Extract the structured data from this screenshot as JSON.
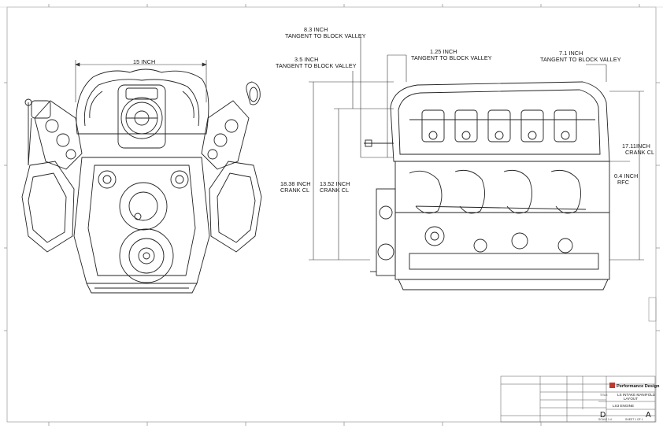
{
  "dimensions": {
    "front_width": "15 INCH",
    "crank_cl_total_value": "18.38 INCH",
    "crank_cl_total_unit": "CRANK CL",
    "crank_cl_valley_value": "13.52 INCH",
    "crank_cl_valley_unit": "CRANK CL",
    "tangent_a_value": "8.3 INCH",
    "tangent_a_label": "TANGENT TO BLOCK VALLEY",
    "tangent_b_value": "3.5 INCH",
    "tangent_b_label": "TANGENT TO BLOCK VALLEY",
    "tangent_c_value": "1.25 INCH",
    "tangent_c_label": "TANGENT TO BLOCK VALLEY",
    "tangent_d_value": "7.1 INCH",
    "tangent_d_label": "TANGENT TO BLOCK VALLEY",
    "side_crank_value": "17.11INCH",
    "side_crank_unit": "CRANK CL",
    "rfc_value": "0.4 INCH",
    "rfc_unit": "RFC"
  },
  "title_block": {
    "company": "Performance Design",
    "title_label": "TITLE:",
    "drawing_title_line1": "LS INTAKE MANIFOLD",
    "drawing_title_line2": "LAYOUT",
    "engine": "LS3 ENGINE",
    "size_letter": "D",
    "revision": "A",
    "scale_label": "SCALE 1:4",
    "sheet_label": "SHEET 1 OF 1"
  }
}
